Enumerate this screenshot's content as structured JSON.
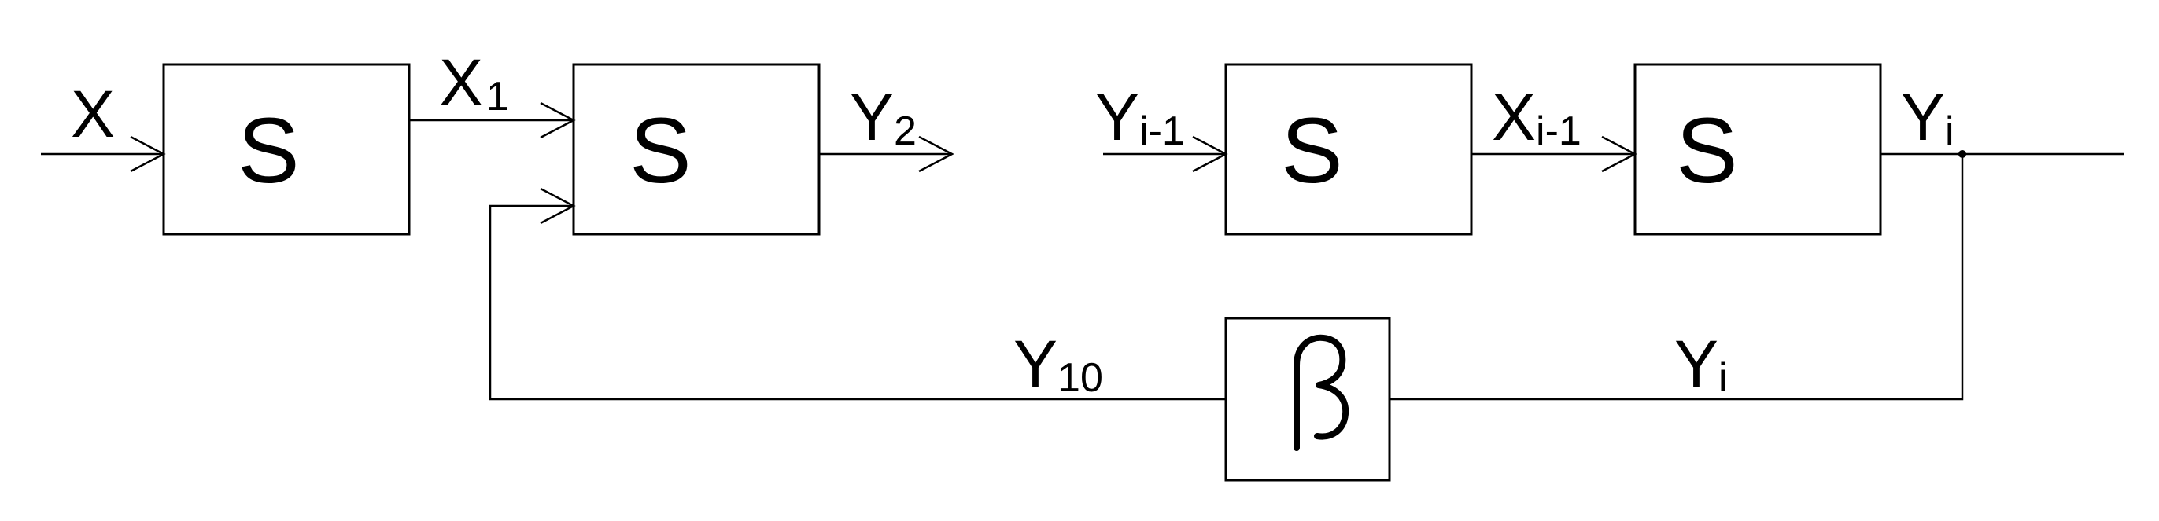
{
  "blocks": {
    "s1": "S",
    "s2": "S",
    "s3": "S",
    "s4": "S"
  },
  "beta_icon": "beta-symbol-icon",
  "signals": {
    "x": {
      "main": "X"
    },
    "x1": {
      "main": "X",
      "sub": "1"
    },
    "y2": {
      "main": "Y",
      "sub": "2"
    },
    "y_i_minus_1": {
      "main": "Y",
      "sub": "i-1"
    },
    "x_i_minus_1": {
      "main": "X",
      "sub": "i-1"
    },
    "y_i_top": {
      "main": "Y",
      "sub": "i"
    },
    "y10": {
      "main": "Y",
      "sub": "10"
    },
    "y_i_bottom": {
      "main": "Y",
      "sub": "i"
    }
  },
  "colors": {
    "line": "#000000",
    "background": "#ffffff"
  }
}
